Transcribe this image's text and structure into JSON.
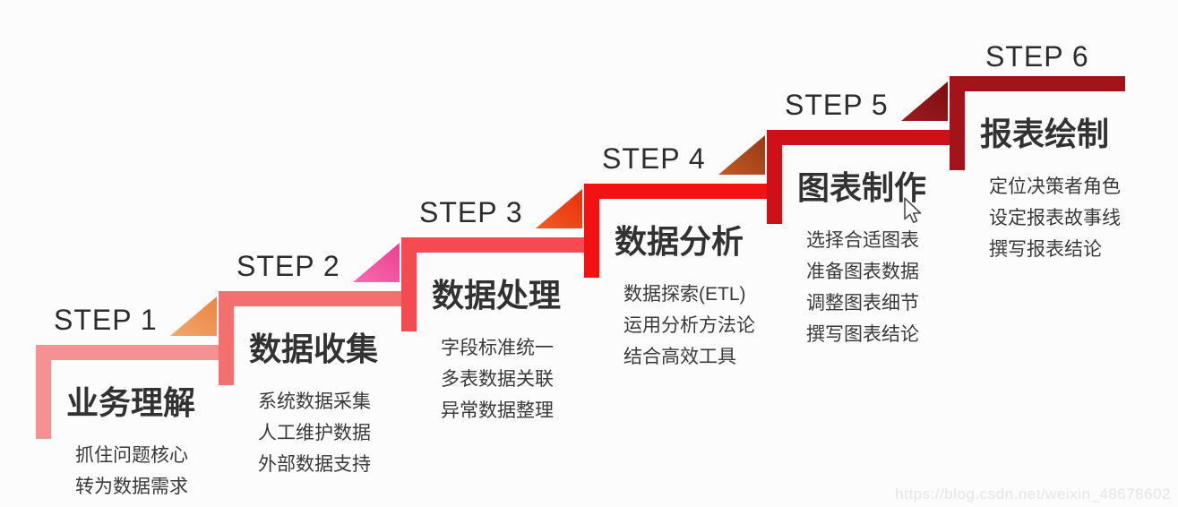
{
  "diagram": {
    "background": "#fcfcfc",
    "label_color": "#2d2d2d",
    "title_color": "#323232",
    "item_color": "#3a3a3a",
    "watermark": "https://blog.csdn.net/weixin_48678602"
  },
  "steps": [
    {
      "label": "STEP 1",
      "title": "业务理解",
      "items": [
        "抓住问题核心",
        "转为数据需求"
      ],
      "bar_color": "#f59093",
      "triangle_from": "#f3a76f",
      "triangle_to": "#ec8440"
    },
    {
      "label": "STEP 2",
      "title": "数据收集",
      "items": [
        "系统数据采集",
        "人工维护数据",
        "外部数据支持"
      ],
      "bar_color": "#f4706f",
      "triangle_from": "#f76db1",
      "triangle_to": "#ee3e91"
    },
    {
      "label": "STEP 3",
      "title": "数据处理",
      "items": [
        "字段标准统一",
        "多表数据关联",
        "异常数据整理"
      ],
      "bar_color": "#f44a52",
      "triangle_from": "#f25d1f",
      "triangle_to": "#e92d0d"
    },
    {
      "label": "STEP 4",
      "title": "数据分析",
      "items": [
        "数据探索(ETL)",
        "运用分析方法论",
        "结合高效工具"
      ],
      "bar_color": "#f31212",
      "triangle_from": "#c05b26",
      "triangle_to": "#983814"
    },
    {
      "label": "STEP 5",
      "title": "图表制作",
      "items": [
        "选择合适图表",
        "准备图表数据",
        "调整图表细节",
        "撰写图表结论"
      ],
      "bar_color": "#ce1118",
      "triangle_from": "#a01b1f",
      "triangle_to": "#7c0d10"
    },
    {
      "label": "STEP 6",
      "title": "报表绘制",
      "items": [
        "定位决策者角色",
        "设定报表故事线",
        "撰写报表结论"
      ],
      "bar_color": "#a3141a",
      "triangle_from": null,
      "triangle_to": null
    }
  ]
}
